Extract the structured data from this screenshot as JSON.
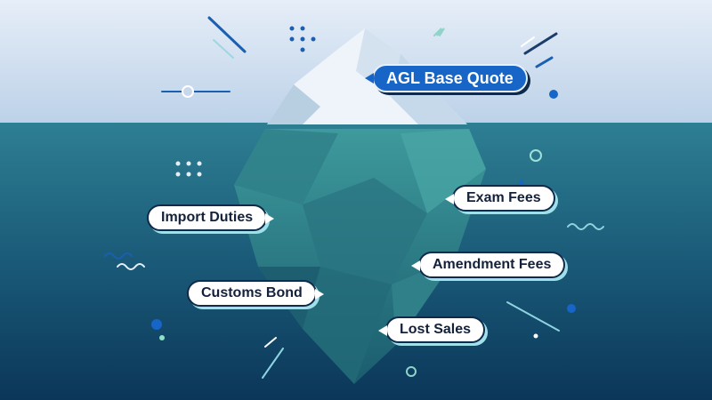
{
  "labels": {
    "top": "AGL Base Quote",
    "exam": "Exam Fees",
    "import": "Import Duties",
    "amendment": "Amendment Fees",
    "customs": "Customs Bond",
    "lost": "Lost Sales"
  },
  "colors": {
    "sky": "#d8e5f3",
    "water_top": "#2d7d92",
    "water_bottom": "#0c3a5c",
    "accent": "#1665c7"
  }
}
